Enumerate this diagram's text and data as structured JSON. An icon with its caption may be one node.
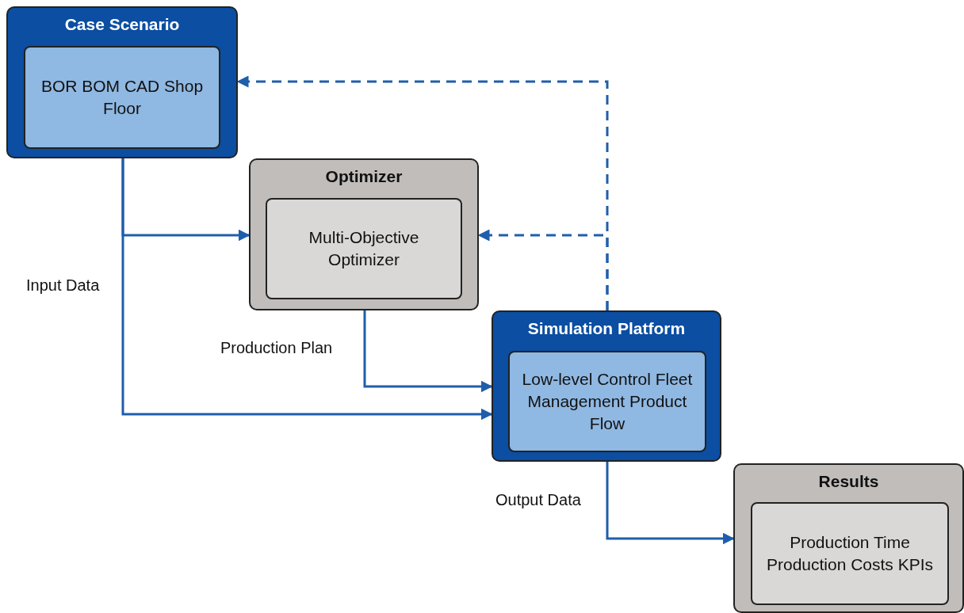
{
  "diagram": {
    "nodes": [
      {
        "text": [
          "Case Scenario"
        ]
      },
      {
        "text": [
          "BOR BOM CAD Shop Floor"
        ],
        "in": 0
      },
      {
        "text": [
          "Optimizer"
        ]
      },
      {
        "text": [
          "Multi-Objective Optimizer"
        ],
        "in": 2
      },
      {
        "text": [
          "Simulation Platform"
        ]
      },
      {
        "text": [
          "Low-level Control Fleet Management Product Flow"
        ],
        "in": 4
      },
      {
        "text": [
          "Results"
        ]
      },
      {
        "text": [
          "Production Time Production Costs KPIs"
        ],
        "in": 6
      }
    ],
    "edges": [
      {
        "from": 0,
        "to": 2,
        "arrow": "to"
      },
      {
        "from": 0,
        "to": 4,
        "arrow": "to",
        "label": "Input Data"
      },
      {
        "from": 2,
        "to": 4,
        "arrow": "to",
        "label": "Production Plan"
      },
      {
        "from": 4,
        "to": 6,
        "arrow": "to",
        "label": "Output Data"
      },
      {
        "from": 4,
        "to": 0,
        "arrow": "to",
        "style": "dashed"
      },
      {
        "from": 4,
        "to": 2,
        "arrow": "to",
        "style": "dashed"
      }
    ]
  }
}
